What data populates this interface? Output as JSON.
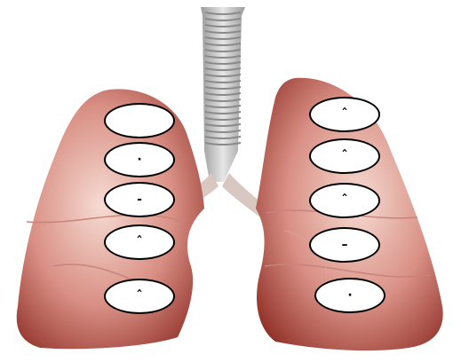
{
  "figure": {
    "subject_icon": "lungs-with-trachea-icon",
    "colors": {
      "lung_fill": "#c96a5e",
      "lung_highlight": "#f4d3c8",
      "lung_dark": "#8f2f27",
      "trachea_fill": "#cdcdcd",
      "trachea_ring": "#8a8a8a",
      "oval_border": "#000000",
      "oval_fill": "#ffffff"
    }
  },
  "left_labels": [
    {
      "mark": ""
    },
    {
      "mark": "·"
    },
    {
      "mark": "-"
    },
    {
      "mark": "ˆ"
    },
    {
      "mark": "ˆ"
    }
  ],
  "right_labels": [
    {
      "mark": "ˆ"
    },
    {
      "mark": "ˆ"
    },
    {
      "mark": "ˆ"
    },
    {
      "mark": "–"
    },
    {
      "mark": "·"
    }
  ]
}
